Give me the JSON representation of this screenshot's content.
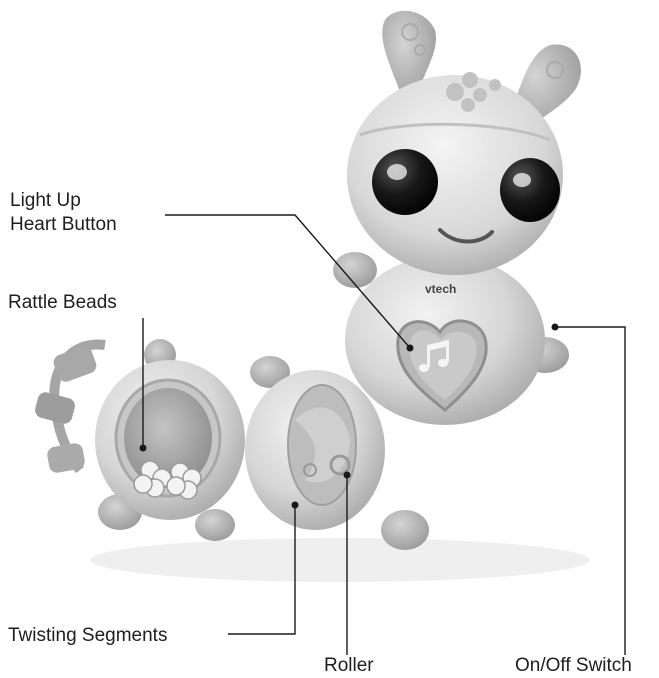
{
  "labels": {
    "light_up_line1": "Light Up",
    "light_up_line2": "Heart Button",
    "rattle_beads": "Rattle Beads",
    "twisting_segments": "Twisting Segments",
    "roller": "Roller",
    "on_off_switch": "On/Off Switch"
  },
  "logo_text": "vtech",
  "colors": {
    "toy_light": "#d9d9d9",
    "toy_mid": "#b9b9b9",
    "toy_dark": "#8e8e8e",
    "eye": "#151515",
    "line": "#1a1a1a"
  }
}
